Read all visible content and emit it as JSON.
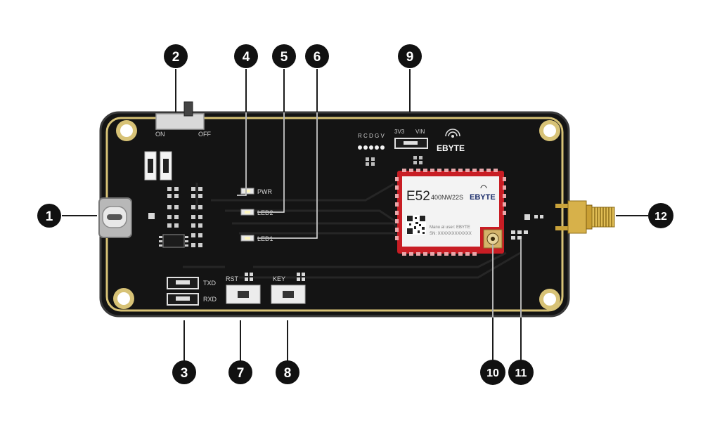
{
  "board": {
    "switch_on": "ON",
    "switch_off": "OFF",
    "led_pwr": "PWR",
    "led_led2": "LED2",
    "led_led1": "LED1",
    "jumper_txd": "TXD",
    "jumper_rxd": "RXD",
    "btn_rst": "RST",
    "btn_key": "KEY",
    "header_pins": "R C D G V",
    "power_3v3": "3V3",
    "power_vin": "VIN",
    "logo": "EBYTE"
  },
  "module": {
    "model": "E52",
    "variant": "400NW22S",
    "brand": "EBYTE",
    "line1": "Manu al user: EBYTE",
    "line2": "SN: XXXXXXXXXXXX"
  },
  "callouts": {
    "c1": "1",
    "c2": "2",
    "c3": "3",
    "c4": "4",
    "c5": "5",
    "c6": "6",
    "c7": "7",
    "c8": "8",
    "c9": "9",
    "c10": "10",
    "c11": "11",
    "c12": "12"
  },
  "colors": {
    "pcb": "#141414",
    "gold": "#d7c276",
    "module_red": "#c81d24",
    "callout": "#111111"
  }
}
